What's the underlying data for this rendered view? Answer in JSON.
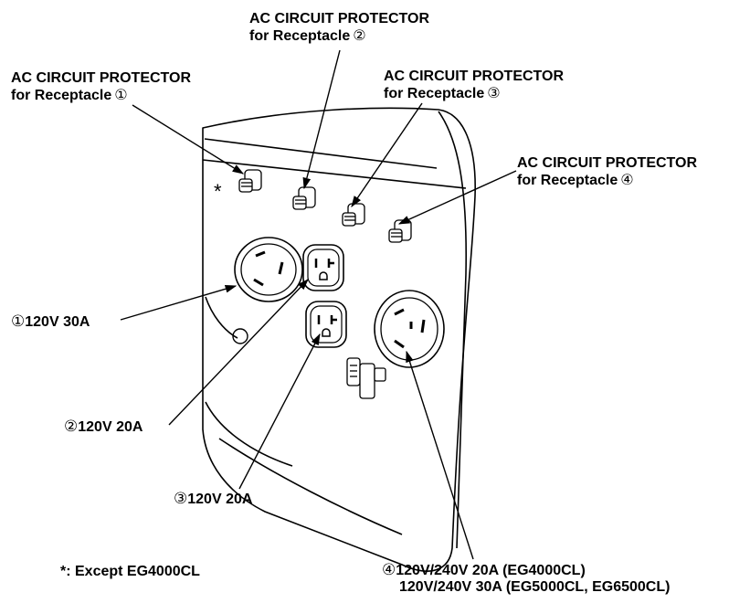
{
  "protectors": {
    "p1": {
      "line1": "AC CIRCUIT PROTECTOR",
      "line2": "for Receptacle",
      "num": "①"
    },
    "p2": {
      "line1": "AC CIRCUIT PROTECTOR",
      "line2": "for Receptacle",
      "num": "②"
    },
    "p3": {
      "line1": "AC CIRCUIT PROTECTOR",
      "line2": "for Receptacle",
      "num": "③"
    },
    "p4": {
      "line1": "AC CIRCUIT PROTECTOR",
      "line2": "for Receptacle",
      "num": "④"
    }
  },
  "receptacles": {
    "r1": {
      "num": "①",
      "text": "120V 30A"
    },
    "r2": {
      "num": "②",
      "text": "120V 20A"
    },
    "r3": {
      "num": "③",
      "text": "120V 20A"
    },
    "r4": {
      "num": "④",
      "line1": "120V/240V 20A (EG4000CL)",
      "line2": "120V/240V 30A (EG5000CL, EG6500CL)"
    }
  },
  "asterisk_mark": "*",
  "footnote": "*: Except EG4000CL"
}
